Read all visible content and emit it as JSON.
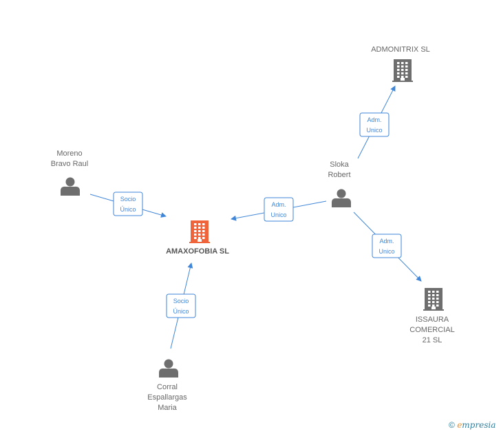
{
  "colors": {
    "edge": "#3f86d8",
    "main_company": "#f0643c",
    "company": "#6e6e6e",
    "person": "#6e6e6e"
  },
  "nodes": [
    {
      "id": "amaxofobia",
      "type": "company",
      "main": true,
      "label_lines": [
        "AMAXOFOBIA SL"
      ]
    },
    {
      "id": "admonitrix",
      "type": "company",
      "label_lines": [
        "ADMONITRIX SL"
      ]
    },
    {
      "id": "issaura",
      "type": "company",
      "label_lines": [
        "ISSAURA",
        "COMERCIAL",
        "21  SL"
      ]
    },
    {
      "id": "moreno",
      "type": "person",
      "label_lines": [
        "Moreno",
        "Bravo Raul"
      ]
    },
    {
      "id": "sloka",
      "type": "person",
      "label_lines": [
        "Sloka",
        "Robert"
      ]
    },
    {
      "id": "corral",
      "type": "person",
      "label_lines": [
        "Corral",
        "Espallargas",
        "Maria"
      ]
    }
  ],
  "edges": [
    {
      "id": "moreno-amaxofobia",
      "from": "moreno",
      "to": "amaxofobia",
      "label_lines": [
        "Socio",
        "Único"
      ]
    },
    {
      "id": "sloka-amaxofobia",
      "from": "sloka",
      "to": "amaxofobia",
      "label_lines": [
        "Adm.",
        "Unico"
      ]
    },
    {
      "id": "sloka-admonitrix",
      "from": "sloka",
      "to": "admonitrix",
      "label_lines": [
        "Adm.",
        "Unico"
      ]
    },
    {
      "id": "sloka-issaura",
      "from": "sloka",
      "to": "issaura",
      "label_lines": [
        "Adm.",
        "Unico"
      ]
    },
    {
      "id": "corral-amaxofobia",
      "from": "corral",
      "to": "amaxofobia",
      "label_lines": [
        "Socio",
        "Único"
      ]
    }
  ],
  "watermark": {
    "symbol": "©",
    "brand_initial": "e",
    "brand_rest": "mpresia"
  }
}
